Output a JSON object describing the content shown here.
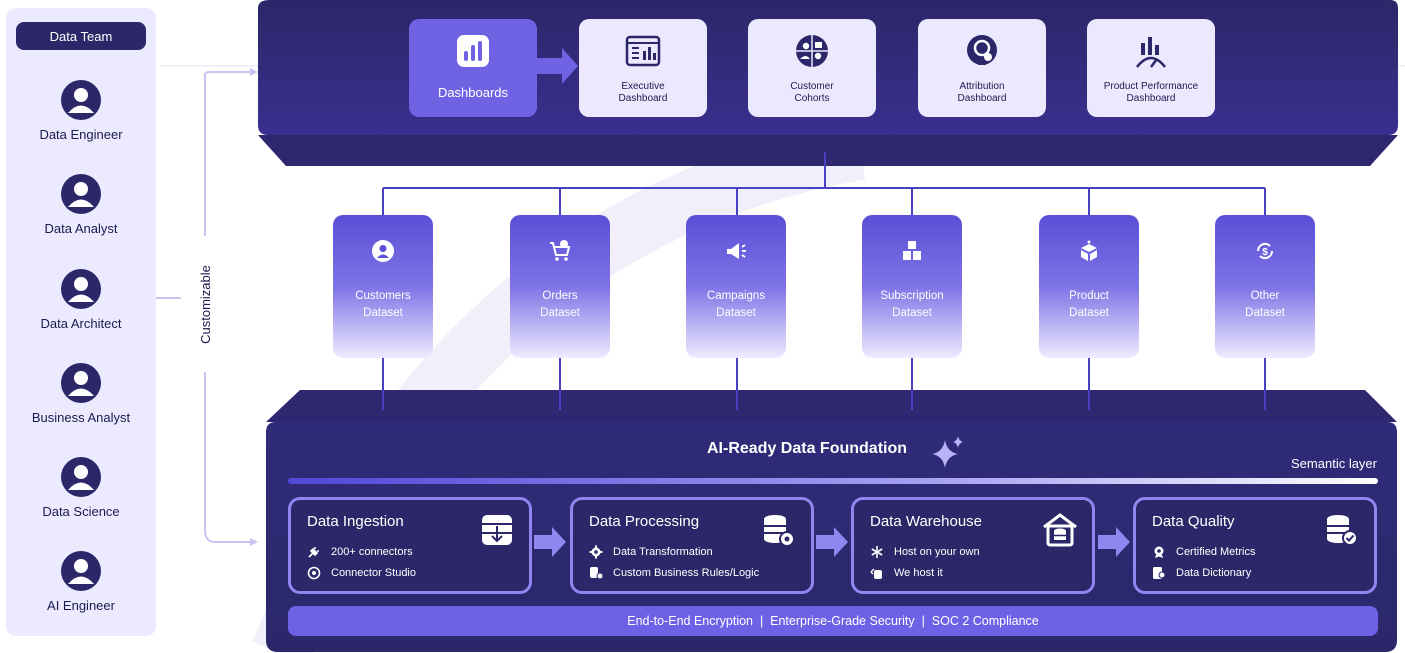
{
  "team": {
    "badge": "Data Team",
    "members": [
      {
        "label": "Data Engineer"
      },
      {
        "label": "Data Analyst"
      },
      {
        "label": "Data Architect"
      },
      {
        "label": "Business Analyst"
      },
      {
        "label": "Data Science"
      },
      {
        "label": "AI Engineer"
      }
    ]
  },
  "customizable_label": "Customizable",
  "dashboards": {
    "main": "Dashboards",
    "items": [
      {
        "label": "Executive\nDashboard",
        "icon": "executive-dashboard-icon"
      },
      {
        "label": "Customer\nCohorts",
        "icon": "customer-cohorts-icon"
      },
      {
        "label": "Attribution\nDashboard",
        "icon": "attribution-icon"
      },
      {
        "label": "Product Performance\nDashboard",
        "icon": "product-performance-icon"
      }
    ]
  },
  "datasets": [
    {
      "label": "Customers\nDataset",
      "icon": "user-icon"
    },
    {
      "label": "Orders\nDataset",
      "icon": "cart-icon"
    },
    {
      "label": "Campaigns\nDataset",
      "icon": "megaphone-icon"
    },
    {
      "label": "Subscription\nDataset",
      "icon": "boxes-icon"
    },
    {
      "label": "Product\nDataset",
      "icon": "product-box-icon"
    },
    {
      "label": "Other\nDataset",
      "icon": "dollar-cycle-icon"
    }
  ],
  "foundation": {
    "title": "AI-Ready Data Foundation",
    "semantic_layer": "Semantic layer",
    "stages": [
      {
        "title": "Data Ingestion",
        "rows": [
          "200+ connectors",
          "Connector Studio"
        ]
      },
      {
        "title": "Data Processing",
        "rows": [
          "Data Transformation",
          "Custom Business Rules/Logic"
        ]
      },
      {
        "title": "Data Warehouse",
        "rows": [
          "Host on your own",
          "We host it"
        ]
      },
      {
        "title": "Data Quality",
        "rows": [
          "Certified Metrics",
          "Data Dictionary"
        ]
      }
    ],
    "security": "End-to-End Encryption  |  Enterprise-Grade Security  |  SOC 2 Compliance"
  },
  "colors": {
    "dark_navy": "#2b2769",
    "accent_purple": "#6f63e3",
    "light_lavender": "#eceaff"
  }
}
